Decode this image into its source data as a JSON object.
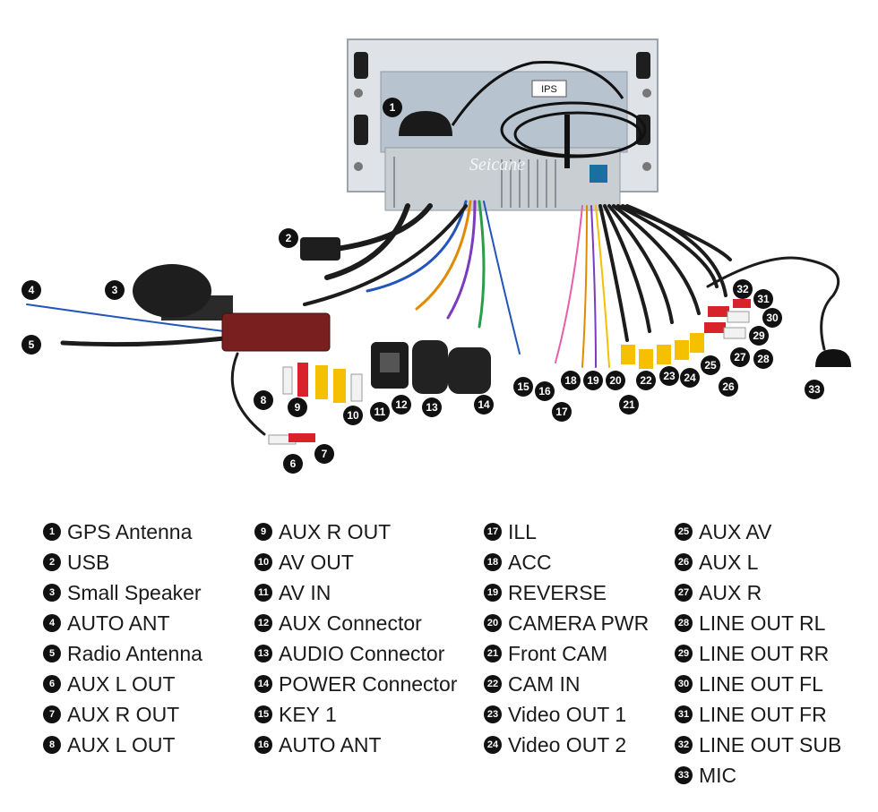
{
  "unit": {
    "brand": "Seicane",
    "screen_label": "IPS"
  },
  "legend": [
    {
      "num": "1",
      "label": "GPS Antenna"
    },
    {
      "num": "2",
      "label": "USB"
    },
    {
      "num": "3",
      "label": "Small Speaker"
    },
    {
      "num": "4",
      "label": "AUTO ANT"
    },
    {
      "num": "5",
      "label": "Radio Antenna"
    },
    {
      "num": "6",
      "label": "AUX L OUT"
    },
    {
      "num": "7",
      "label": "AUX R OUT"
    },
    {
      "num": "8",
      "label": "AUX L OUT"
    },
    {
      "num": "9",
      "label": "AUX R OUT"
    },
    {
      "num": "10",
      "label": "AV OUT"
    },
    {
      "num": "11",
      "label": "AV IN"
    },
    {
      "num": "12",
      "label": "AUX Connector"
    },
    {
      "num": "13",
      "label": "AUDIO Connector"
    },
    {
      "num": "14",
      "label": "POWER Connector"
    },
    {
      "num": "15",
      "label": "KEY 1"
    },
    {
      "num": "16",
      "label": "AUTO ANT"
    },
    {
      "num": "17",
      "label": "ILL"
    },
    {
      "num": "18",
      "label": "ACC"
    },
    {
      "num": "19",
      "label": "REVERSE"
    },
    {
      "num": "20",
      "label": "CAMERA PWR"
    },
    {
      "num": "21",
      "label": "Front CAM"
    },
    {
      "num": "22",
      "label": "CAM IN"
    },
    {
      "num": "23",
      "label": "Video OUT 1"
    },
    {
      "num": "24",
      "label": "Video OUT 2"
    },
    {
      "num": "25",
      "label": "AUX AV"
    },
    {
      "num": "26",
      "label": "AUX L"
    },
    {
      "num": "27",
      "label": "AUX R"
    },
    {
      "num": "28",
      "label": "LINE OUT RL"
    },
    {
      "num": "29",
      "label": "LINE OUT RR"
    },
    {
      "num": "30",
      "label": "LINE OUT FL"
    },
    {
      "num": "31",
      "label": "LINE OUT FR"
    },
    {
      "num": "32",
      "label": "LINE OUT SUB"
    },
    {
      "num": "33",
      "label": "MIC"
    }
  ],
  "colors": {
    "panel": "#b7c3ce",
    "bracket": "#dfe3e8",
    "wire_black": "#1c1c1c",
    "rca_red": "#d8232a",
    "rca_yellow": "#f4c000",
    "rca_white": "#f2f2f2",
    "module": "#7a1f1f"
  }
}
